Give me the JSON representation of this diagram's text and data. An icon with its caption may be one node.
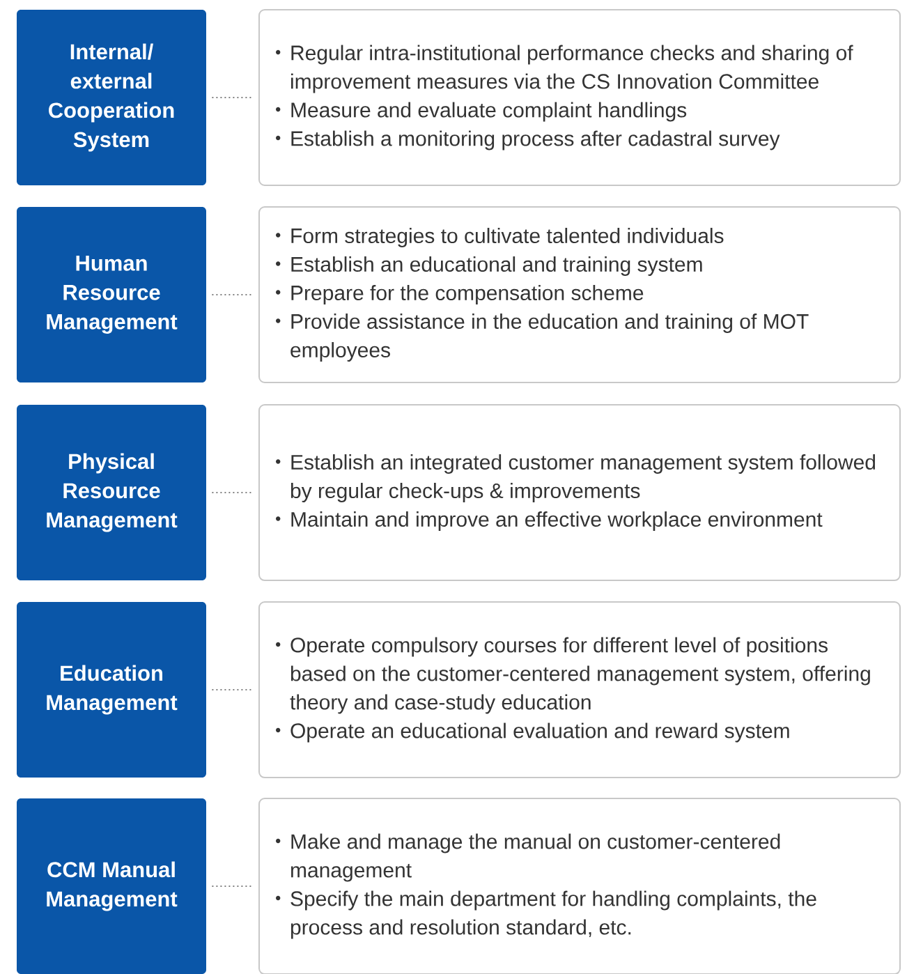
{
  "diagram": {
    "nodes": [
      {
        "text": [
          "Internal/ external Cooperation System"
        ]
      },
      {
        "text": [
          "Regular intra-institutional performance checks and sharing of improvement measures via the CS Innovation Committee",
          "Measure and evaluate complaint handlings",
          "Establish a monitoring process after cadastral survey"
        ]
      },
      {
        "text": [
          "Human Resource Management"
        ]
      },
      {
        "text": [
          "Form strategies to cultivate talented individuals",
          "Establish an educational and training system",
          "Prepare for the compensation scheme",
          "Provide assistance in the education and training of MOT employees"
        ]
      },
      {
        "text": [
          "Physical Resource Management"
        ]
      },
      {
        "text": [
          "Establish an integrated customer management system followed by regular check-ups & improvements",
          "Maintain and improve an effective workplace environment"
        ]
      },
      {
        "text": [
          "Education Management"
        ]
      },
      {
        "text": [
          "Operate compulsory courses for different level of positions based on the customer-centered management system, offering theory and case-study education",
          "Operate an educational evaluation and reward system"
        ]
      },
      {
        "text": [
          "CCM Manual Management"
        ]
      },
      {
        "text": [
          "Make and manage the manual on customer-centered management",
          "Specify the main department for handling complaints, the process and resolution standard, etc."
        ]
      }
    ],
    "edges": [
      {
        "from": 0,
        "to": 1,
        "arrow": "none"
      },
      {
        "from": 2,
        "to": 3,
        "arrow": "none"
      },
      {
        "from": 4,
        "to": 5,
        "arrow": "none"
      },
      {
        "from": 6,
        "to": 7,
        "arrow": "none"
      },
      {
        "from": 8,
        "to": 9,
        "arrow": "none"
      }
    ]
  }
}
